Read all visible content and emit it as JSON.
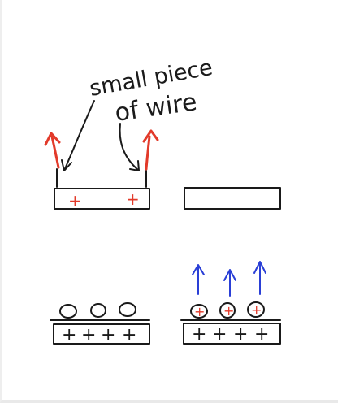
{
  "annotation": {
    "line1": "small piece",
    "line2": "of wire"
  },
  "charges": {
    "plus": "+",
    "top_left_wire_ends": [
      "+",
      "+"
    ],
    "bottom_left_rod": [
      "+",
      "+",
      "+",
      "+"
    ],
    "bottom_right_rod": [
      "+",
      "+",
      "+",
      "+"
    ],
    "bottom_right_balls": [
      "+",
      "+",
      "+"
    ]
  },
  "colors": {
    "ink": "#1a1a1a",
    "red": "#e23a2a",
    "blue": "#2a3fd6",
    "paper": "#ffffff"
  },
  "icons": {
    "red_arrow": "up-arrow-red",
    "blue_arrow": "up-arrow-blue",
    "pointer_arrow": "curved-pointer-arrow"
  }
}
